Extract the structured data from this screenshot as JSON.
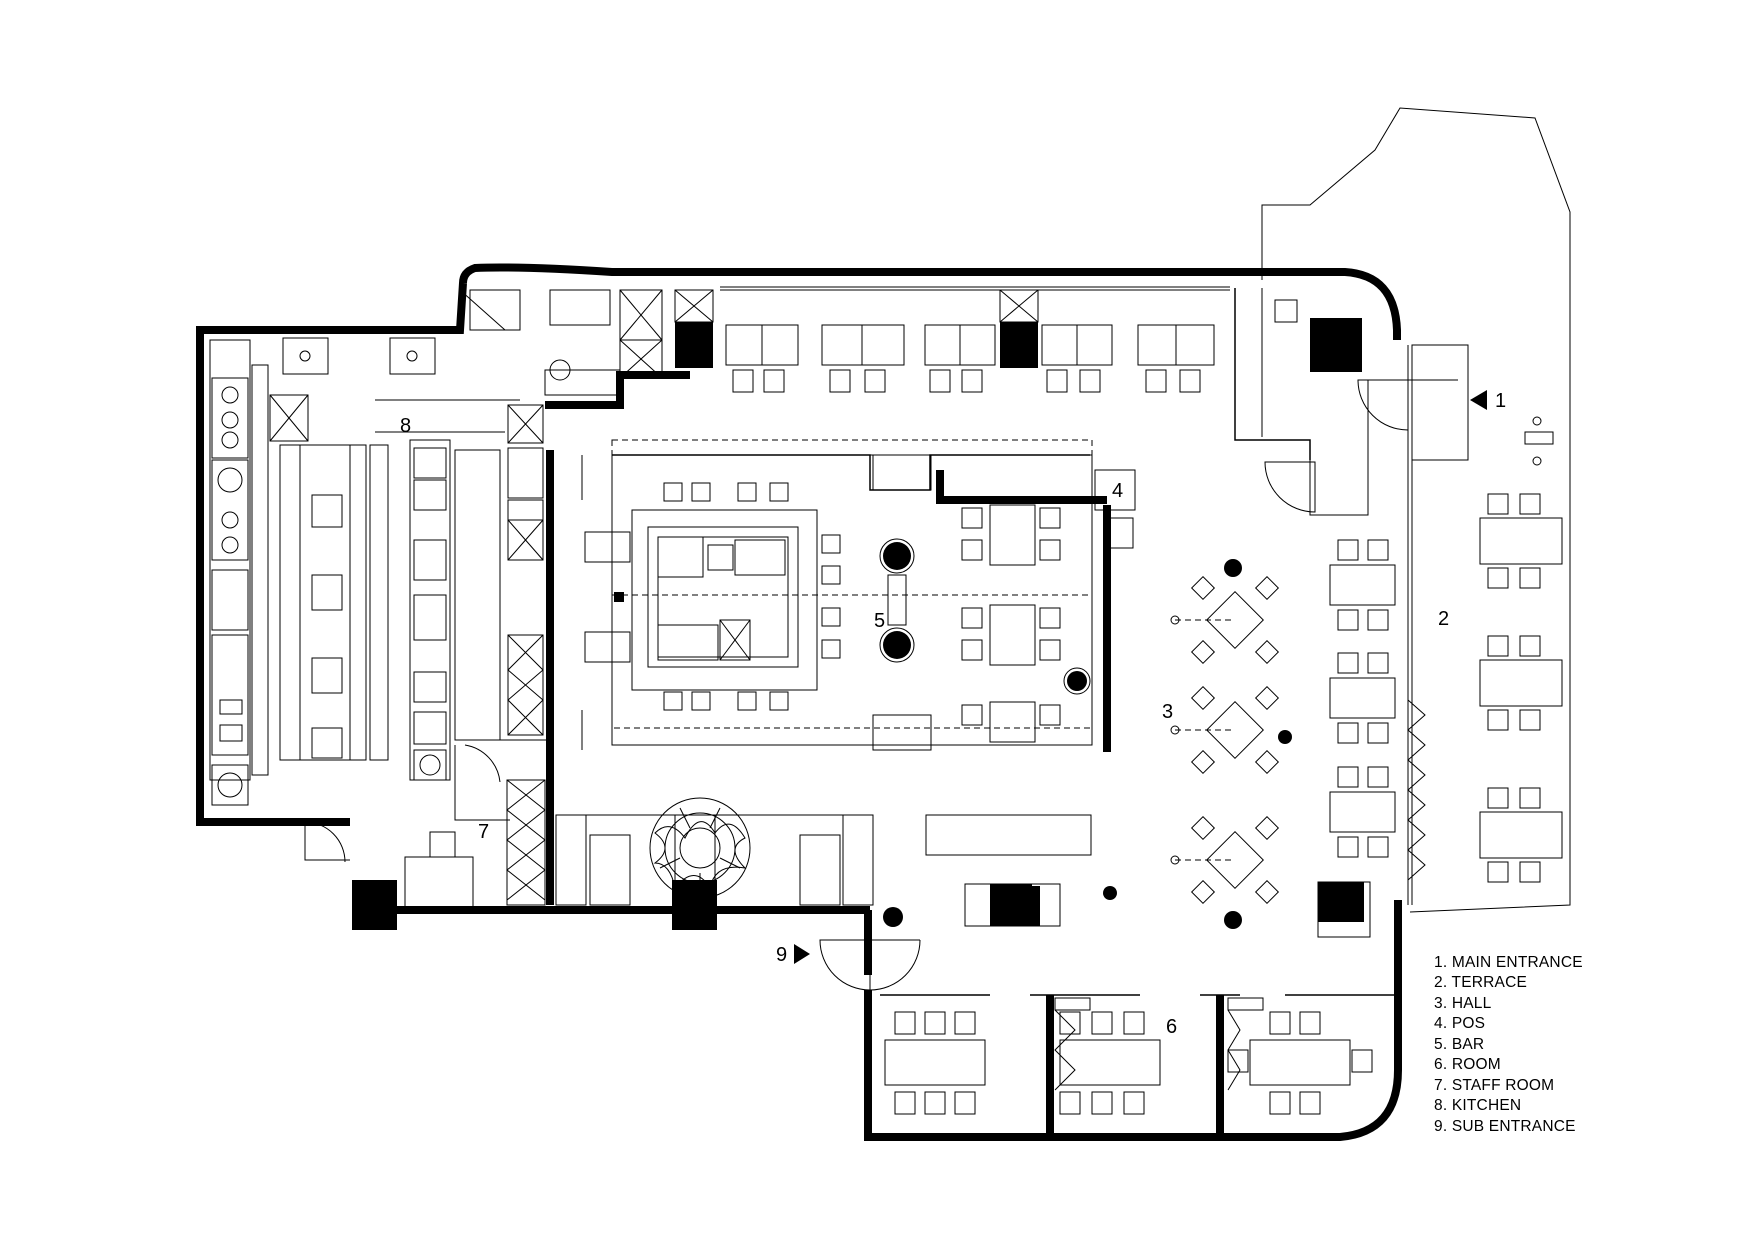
{
  "room_numbers": {
    "main_entrance": "1",
    "terrace": "2",
    "hall": "3",
    "pos": "4",
    "bar": "5",
    "room": "6",
    "staff_room": "7",
    "kitchen": "8",
    "sub_entrance": "9"
  },
  "legend": [
    "1. MAIN ENTRANCE",
    "2. TERRACE",
    "3. HALL",
    "4. POS",
    "5. BAR",
    "6. ROOM",
    "7. STAFF ROOM",
    "8. KITCHEN",
    "9. SUB ENTRANCE"
  ],
  "icons": {
    "entrance_arrow": "triangle-arrow-icon",
    "tree": "tree-icon",
    "chair": "chair-icon",
    "table": "table-icon"
  }
}
